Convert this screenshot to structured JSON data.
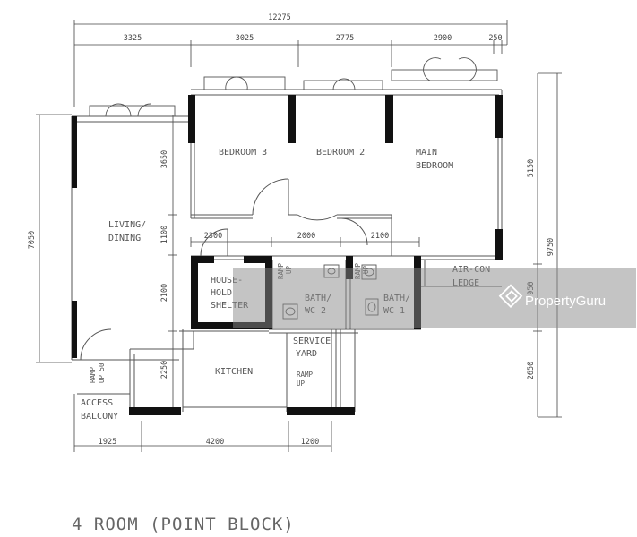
{
  "rooms": {
    "bedroom3": "BEDROOM 3",
    "bedroom2": "BEDROOM 2",
    "main_bedroom_1": "MAIN",
    "main_bedroom_2": "BEDROOM",
    "living_1": "LIVING/",
    "living_2": "DINING",
    "shelter_1": "HOUSE-",
    "shelter_2": "HOLD",
    "shelter_3": "SHELTER",
    "bath2_1": "BATH/",
    "bath2_2": "WC 2",
    "bath1_1": "BATH/",
    "bath1_2": "WC 1",
    "aircon_1": "AIR-CON",
    "aircon_2": "LEDGE",
    "service_1": "SERVICE",
    "service_2": "YARD",
    "kitchen": "KITCHEN",
    "access_1": "ACCESS",
    "access_2": "BALCONY"
  },
  "ramps": {
    "ramp_a1": "RAMP",
    "ramp_a2": "UP",
    "ramp_b1": "RAMP",
    "ramp_b2": "UP",
    "ramp_c1": "RAMP",
    "ramp_c2": "UP",
    "ramp_d1": "RAMP",
    "ramp_d2": "UP 50"
  },
  "dimensions": {
    "overall_width": "12275",
    "top": [
      "3325",
      "3025",
      "2775",
      "2900",
      "250"
    ],
    "middle": [
      "2300",
      "2000",
      "2100"
    ],
    "bottom": [
      "1925",
      "4200",
      "1200"
    ],
    "left_total": "7050",
    "left_segments": [
      "3650",
      "1100",
      "2100",
      "2250"
    ],
    "right_total": "9750",
    "right_segments": [
      "5150",
      "2650"
    ],
    "right_partial": "950"
  },
  "title": "4 ROOM (POINT BLOCK)",
  "watermark": "PropertyGuru"
}
